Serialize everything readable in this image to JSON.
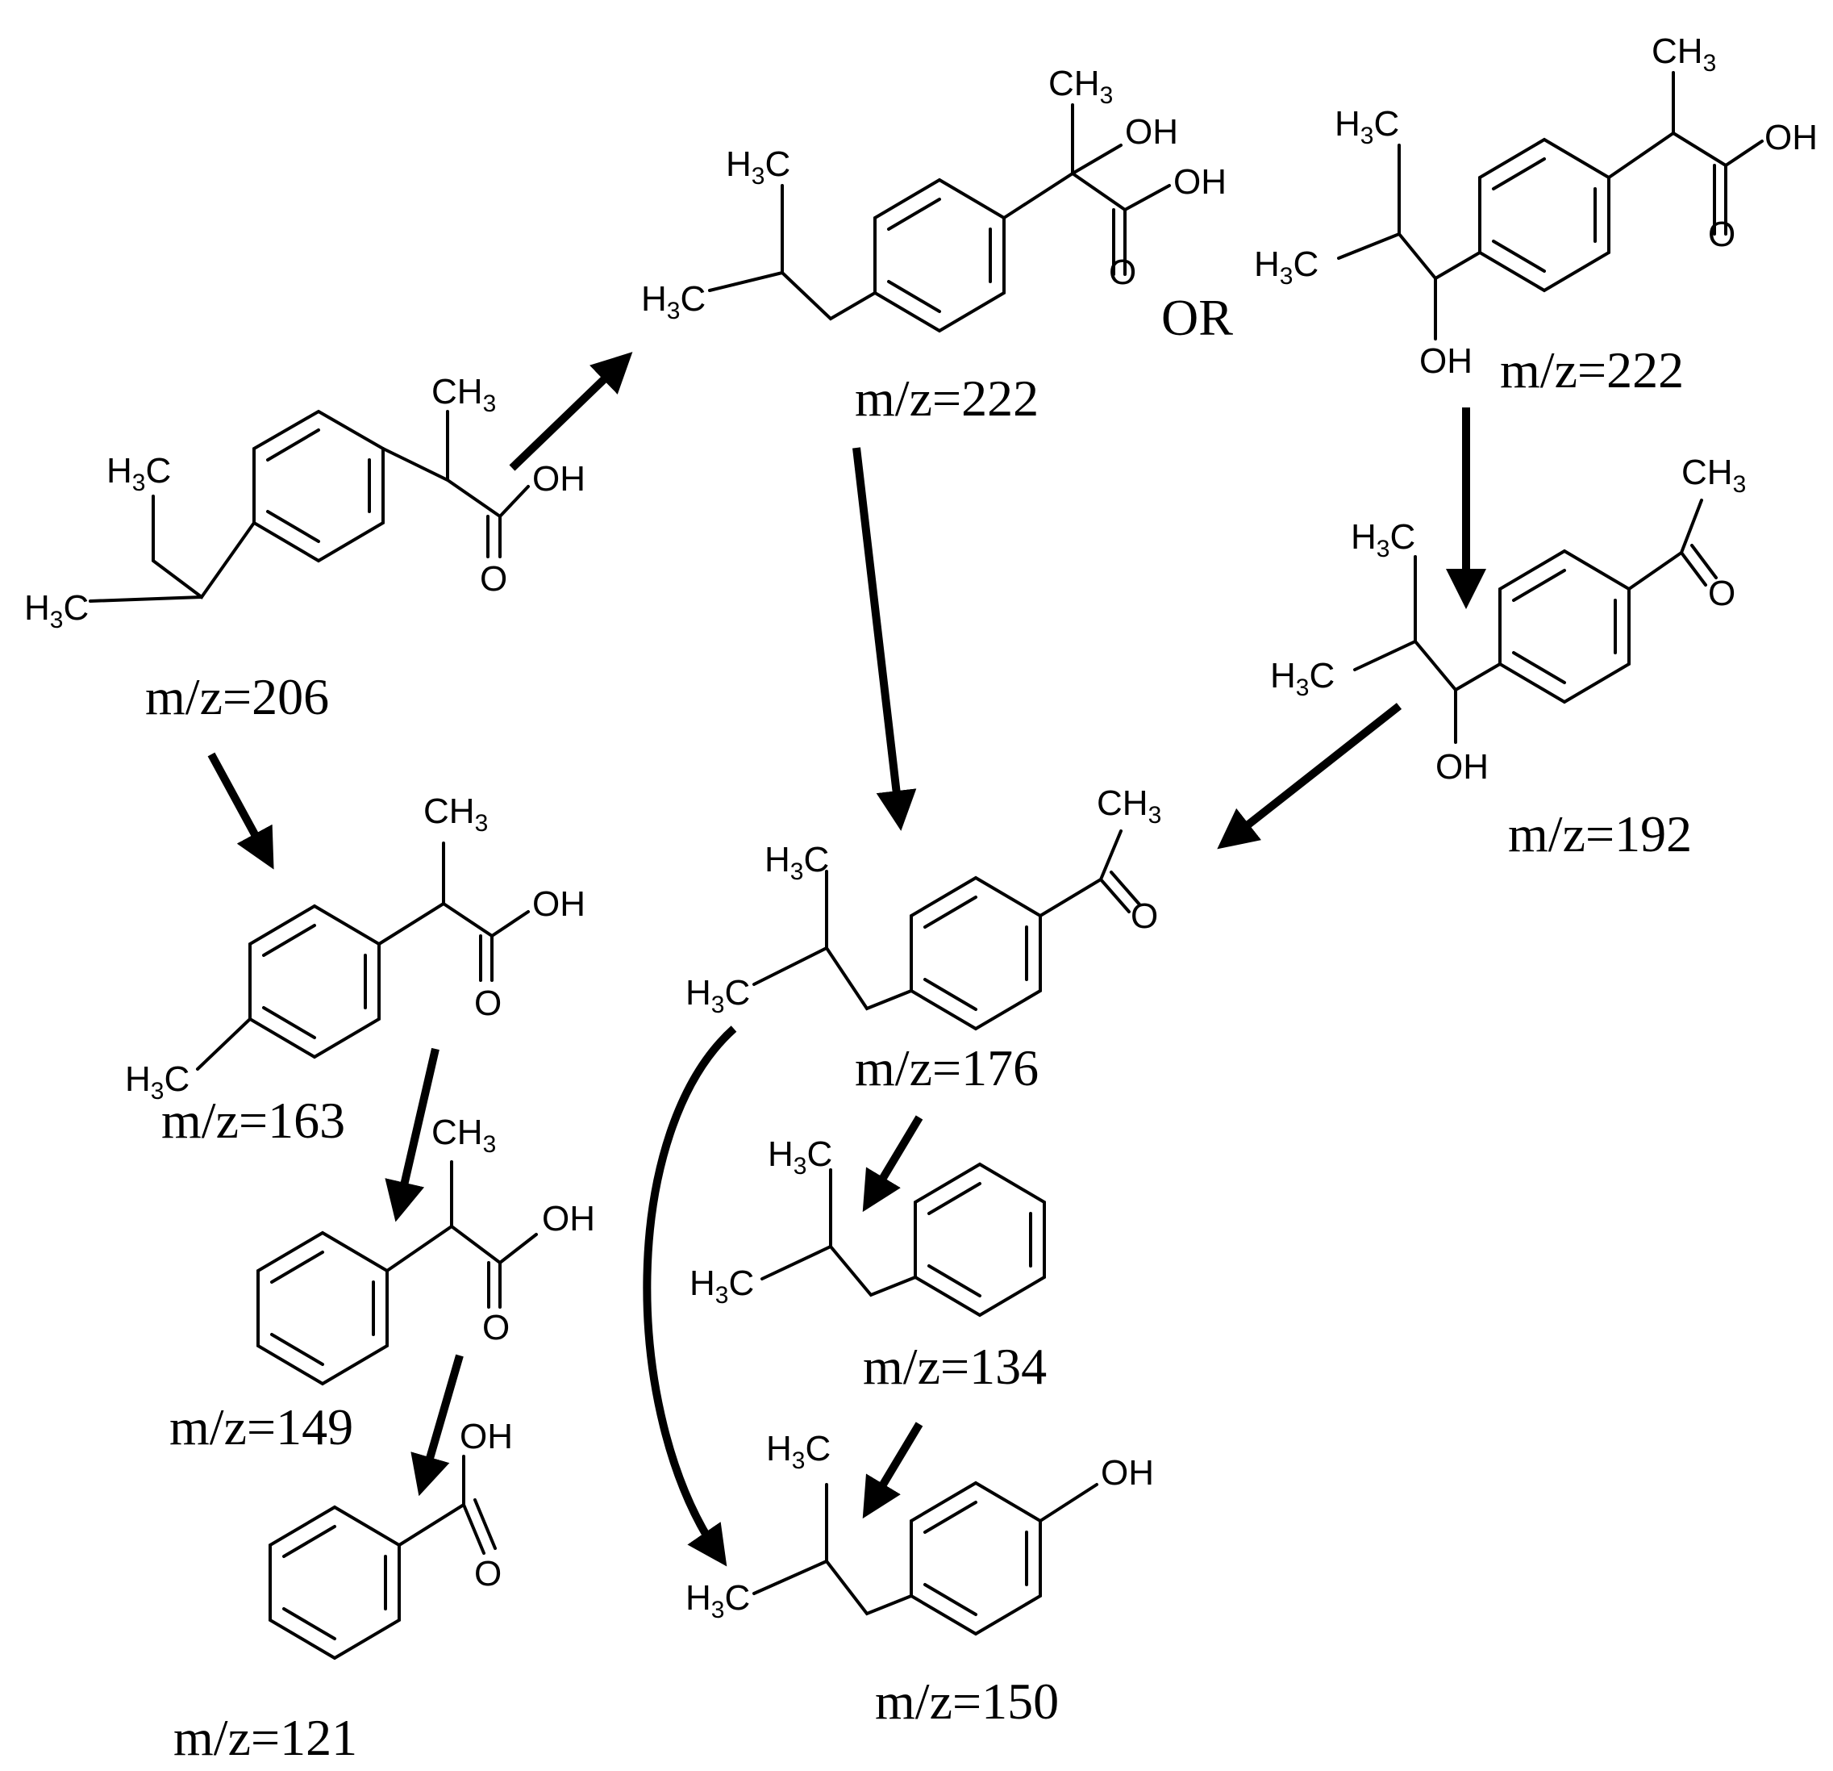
{
  "scheme": {
    "connector": "OR",
    "labels": {
      "m206": "m/z=206",
      "m222a": "m/z=222",
      "m222b": "m/z=222",
      "m192": "m/z=192",
      "m176": "m/z=176",
      "m163": "m/z=163",
      "m149": "m/z=149",
      "m134": "m/z=134",
      "m150": "m/z=150",
      "m121": "m/z=121"
    },
    "atoms": {
      "h3c": "H3C",
      "ch3": "CH3",
      "oh": "OH",
      "o": "O"
    }
  }
}
